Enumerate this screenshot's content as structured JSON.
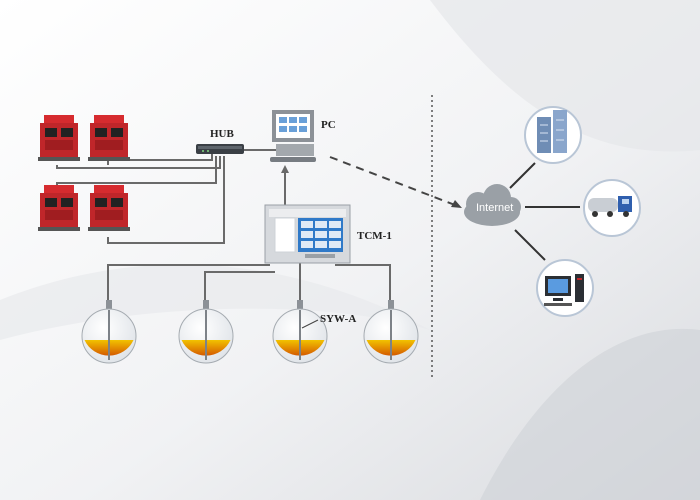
{
  "labels": {
    "hub": "HUB",
    "pc": "PC",
    "controller": "TCM-1",
    "probe": "SYW-A",
    "internet": "Internet"
  },
  "dispensers": [
    {
      "id": "dispenser-1"
    },
    {
      "id": "dispenser-2"
    },
    {
      "id": "dispenser-3"
    },
    {
      "id": "dispenser-4"
    }
  ],
  "tanks": [
    {
      "id": "tank-1"
    },
    {
      "id": "tank-2"
    },
    {
      "id": "tank-3"
    },
    {
      "id": "tank-4"
    }
  ],
  "remote_nodes": [
    {
      "id": "office-building"
    },
    {
      "id": "tanker-truck"
    },
    {
      "id": "remote-computer"
    }
  ],
  "colors": {
    "dispenser": "#c0262a",
    "fuel_top": "#f2c200",
    "fuel_bottom": "#d45a00",
    "cable": "#6a6a6a",
    "cloud": "#9aa0a6",
    "controller_screen": "#2f79c8"
  }
}
